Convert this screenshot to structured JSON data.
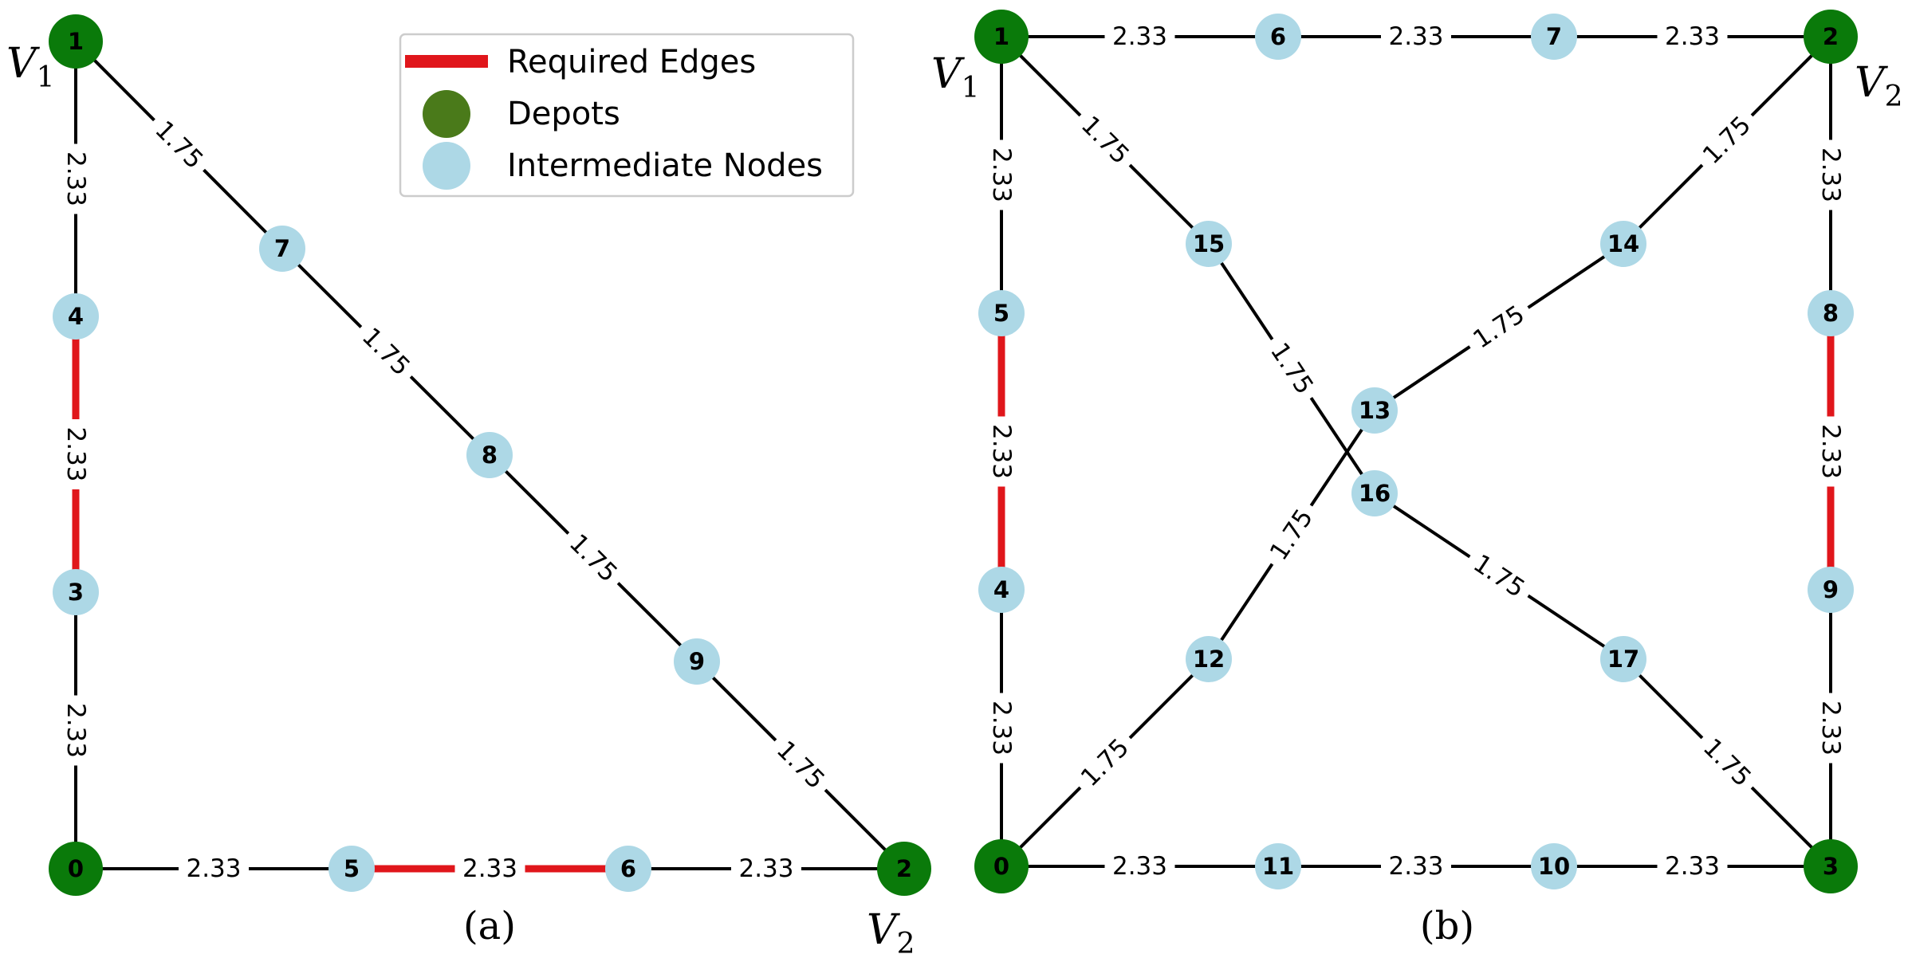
{
  "colors": {
    "depot": "#0a7a0a",
    "intermediate": "#add8e6",
    "required": "#e0161b",
    "edge": "#000000",
    "legend_depot": "#4a7a1a"
  },
  "legend": {
    "items": [
      {
        "label": "Required Edges",
        "type": "line"
      },
      {
        "label": "Depots",
        "type": "depot"
      },
      {
        "label": "Intermediate Nodes",
        "type": "intermediate"
      }
    ]
  },
  "panels": [
    {
      "id": "a",
      "caption": "(a)",
      "depot_labels": [
        {
          "node": "1",
          "letter": "V",
          "sub": "1"
        },
        {
          "node": "2",
          "letter": "V",
          "sub": "2"
        }
      ],
      "nodes": [
        {
          "id": "0",
          "kind": "depot"
        },
        {
          "id": "1",
          "kind": "depot"
        },
        {
          "id": "2",
          "kind": "depot"
        },
        {
          "id": "3",
          "kind": "intermediate"
        },
        {
          "id": "4",
          "kind": "intermediate"
        },
        {
          "id": "5",
          "kind": "intermediate"
        },
        {
          "id": "6",
          "kind": "intermediate"
        },
        {
          "id": "7",
          "kind": "intermediate"
        },
        {
          "id": "8",
          "kind": "intermediate"
        },
        {
          "id": "9",
          "kind": "intermediate"
        }
      ],
      "edges": [
        {
          "from": "1",
          "to": "4",
          "weight": "2.33",
          "required": false
        },
        {
          "from": "4",
          "to": "3",
          "weight": "2.33",
          "required": true
        },
        {
          "from": "3",
          "to": "0",
          "weight": "2.33",
          "required": false
        },
        {
          "from": "1",
          "to": "7",
          "weight": "1.75",
          "required": false
        },
        {
          "from": "7",
          "to": "8",
          "weight": "1.75",
          "required": false
        },
        {
          "from": "8",
          "to": "9",
          "weight": "1.75",
          "required": false
        },
        {
          "from": "9",
          "to": "2",
          "weight": "1.75",
          "required": false
        },
        {
          "from": "0",
          "to": "5",
          "weight": "2.33",
          "required": false
        },
        {
          "from": "5",
          "to": "6",
          "weight": "2.33",
          "required": true
        },
        {
          "from": "6",
          "to": "2",
          "weight": "2.33",
          "required": false
        }
      ]
    },
    {
      "id": "b",
      "caption": "(b)",
      "depot_labels": [
        {
          "node": "1",
          "letter": "V",
          "sub": "1"
        },
        {
          "node": "2",
          "letter": "V",
          "sub": "2"
        }
      ],
      "nodes": [
        {
          "id": "0",
          "kind": "depot"
        },
        {
          "id": "1",
          "kind": "depot"
        },
        {
          "id": "2",
          "kind": "depot"
        },
        {
          "id": "3",
          "kind": "depot"
        },
        {
          "id": "4",
          "kind": "intermediate"
        },
        {
          "id": "5",
          "kind": "intermediate"
        },
        {
          "id": "6",
          "kind": "intermediate"
        },
        {
          "id": "7",
          "kind": "intermediate"
        },
        {
          "id": "8",
          "kind": "intermediate"
        },
        {
          "id": "9",
          "kind": "intermediate"
        },
        {
          "id": "10",
          "kind": "intermediate"
        },
        {
          "id": "11",
          "kind": "intermediate"
        },
        {
          "id": "12",
          "kind": "intermediate"
        },
        {
          "id": "13",
          "kind": "intermediate"
        },
        {
          "id": "14",
          "kind": "intermediate"
        },
        {
          "id": "15",
          "kind": "intermediate"
        },
        {
          "id": "16",
          "kind": "intermediate"
        },
        {
          "id": "17",
          "kind": "intermediate"
        }
      ],
      "edges": [
        {
          "from": "1",
          "to": "6",
          "weight": "2.33",
          "required": false
        },
        {
          "from": "6",
          "to": "7",
          "weight": "2.33",
          "required": false
        },
        {
          "from": "7",
          "to": "2",
          "weight": "2.33",
          "required": false
        },
        {
          "from": "1",
          "to": "5",
          "weight": "2.33",
          "required": false
        },
        {
          "from": "5",
          "to": "4",
          "weight": "2.33",
          "required": true
        },
        {
          "from": "4",
          "to": "0",
          "weight": "2.33",
          "required": false
        },
        {
          "from": "2",
          "to": "8",
          "weight": "2.33",
          "required": false
        },
        {
          "from": "8",
          "to": "9",
          "weight": "2.33",
          "required": true
        },
        {
          "from": "9",
          "to": "3",
          "weight": "2.33",
          "required": false
        },
        {
          "from": "0",
          "to": "11",
          "weight": "2.33",
          "required": false
        },
        {
          "from": "11",
          "to": "10",
          "weight": "2.33",
          "required": false
        },
        {
          "from": "10",
          "to": "3",
          "weight": "2.33",
          "required": false
        },
        {
          "from": "1",
          "to": "15",
          "weight": "1.75",
          "required": false
        },
        {
          "from": "15",
          "to": "16",
          "weight": "1.75",
          "required": false
        },
        {
          "from": "16",
          "to": "17",
          "weight": "1.75",
          "required": false
        },
        {
          "from": "17",
          "to": "3",
          "weight": "1.75",
          "required": false
        },
        {
          "from": "2",
          "to": "14",
          "weight": "1.75",
          "required": false
        },
        {
          "from": "14",
          "to": "13",
          "weight": "1.75",
          "required": false
        },
        {
          "from": "13",
          "to": "12",
          "weight": "1.75",
          "required": false
        },
        {
          "from": "12",
          "to": "0",
          "weight": "1.75",
          "required": false
        }
      ]
    }
  ]
}
